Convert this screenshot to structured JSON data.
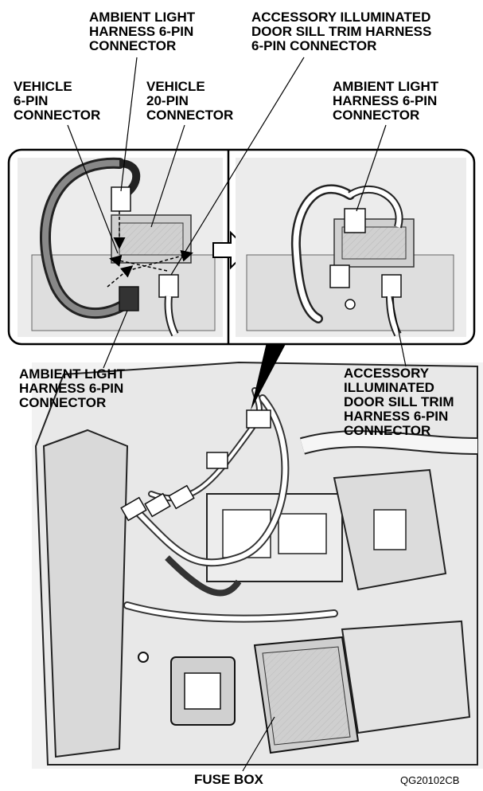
{
  "labels": {
    "ambient_top": [
      "AMBIENT LIGHT",
      "HARNESS 6-PIN",
      "CONNECTOR"
    ],
    "accessory_top": [
      "ACCESSORY ILLUMINATED",
      "DOOR SILL TRIM HARNESS",
      "6-PIN CONNECTOR"
    ],
    "vehicle_6pin": [
      "VEHICLE",
      "6-PIN",
      "CONNECTOR"
    ],
    "vehicle_20pin": [
      "VEHICLE",
      "20-PIN",
      "CONNECTOR"
    ],
    "ambient_right": [
      "AMBIENT LIGHT",
      "HARNESS 6-PIN",
      "CONNECTOR"
    ],
    "ambient_bottom_left": [
      "AMBIENT LIGHT",
      "HARNESS 6-PIN",
      "CONNECTOR"
    ],
    "accessory_right": [
      "ACCESSORY",
      "ILLUMINATED",
      "DOOR SILL TRIM",
      "HARNESS 6-PIN",
      "CONNECTOR"
    ],
    "fuse_box": "FUSE BOX"
  },
  "figure_code": "QG20102CB"
}
